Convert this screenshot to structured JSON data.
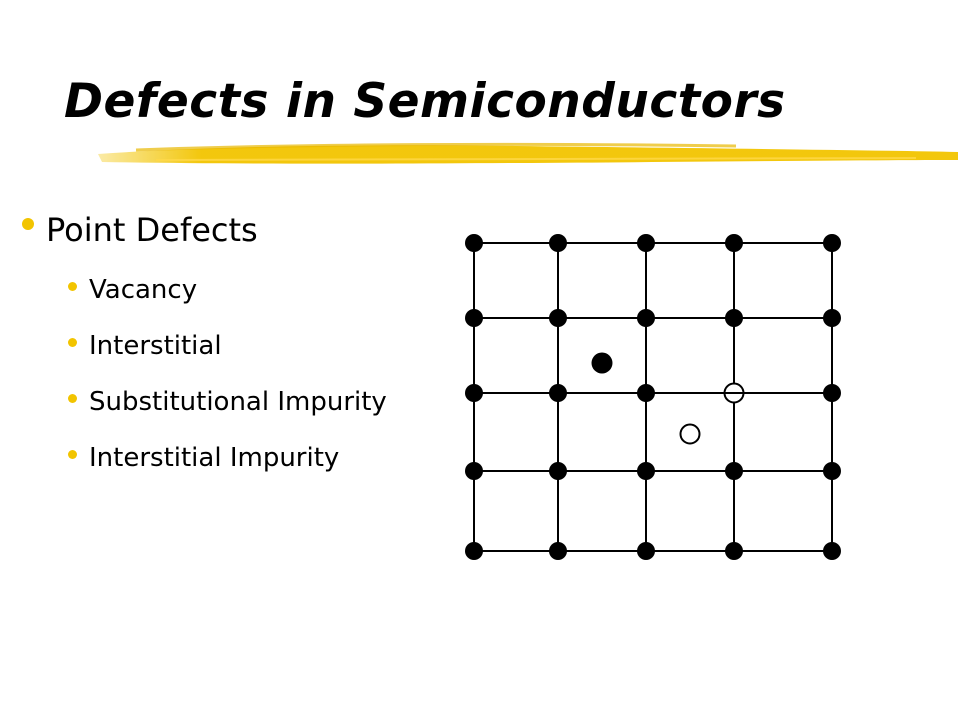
{
  "slide": {
    "title": "Defects in Semiconductors",
    "bullets": [
      {
        "label": "Point Defects",
        "sub": [
          "Vacancy",
          "Interstitial",
          "Substitutional Impurity",
          "Interstitial Impurity"
        ]
      }
    ]
  },
  "colors": {
    "bullet": "#f2c400",
    "underline": "#f2c400",
    "lattice": "#000000"
  },
  "icons": {
    "bullet": "round-bullet-icon"
  },
  "diagram": {
    "lattice_rows": 5,
    "lattice_cols": 5,
    "vacancy_site": {
      "row": 2,
      "col": 3
    },
    "defects": [
      {
        "type": "interstitial-atom",
        "style": "filled-large"
      },
      {
        "type": "interstitial-impurity",
        "style": "hollow"
      },
      {
        "type": "substitutional-impurity",
        "style": "hollow-on-site"
      }
    ]
  }
}
